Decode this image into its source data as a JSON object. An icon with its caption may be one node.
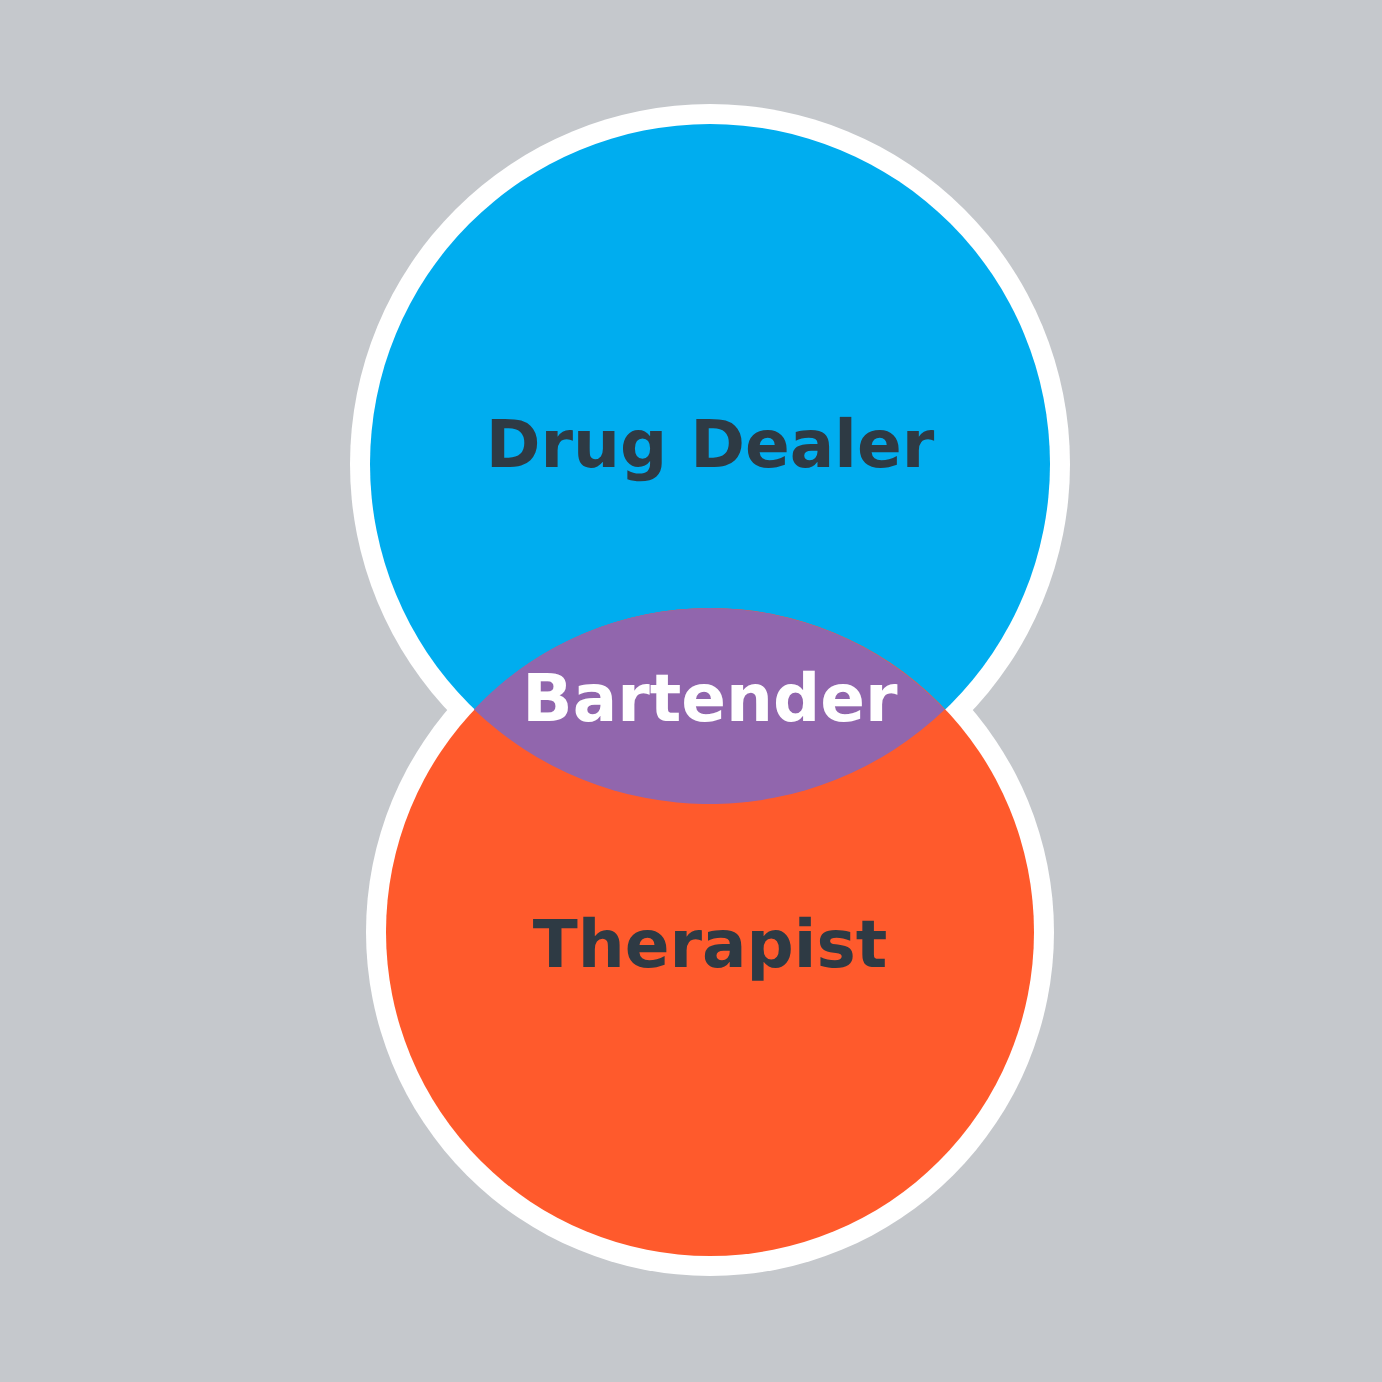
{
  "diagram": {
    "nodes": [
      {
        "text": [
          "Drug Dealer"
        ]
      },
      {
        "text": [
          "Bartender"
        ]
      },
      {
        "text": [
          "Therapist"
        ]
      }
    ]
  }
}
